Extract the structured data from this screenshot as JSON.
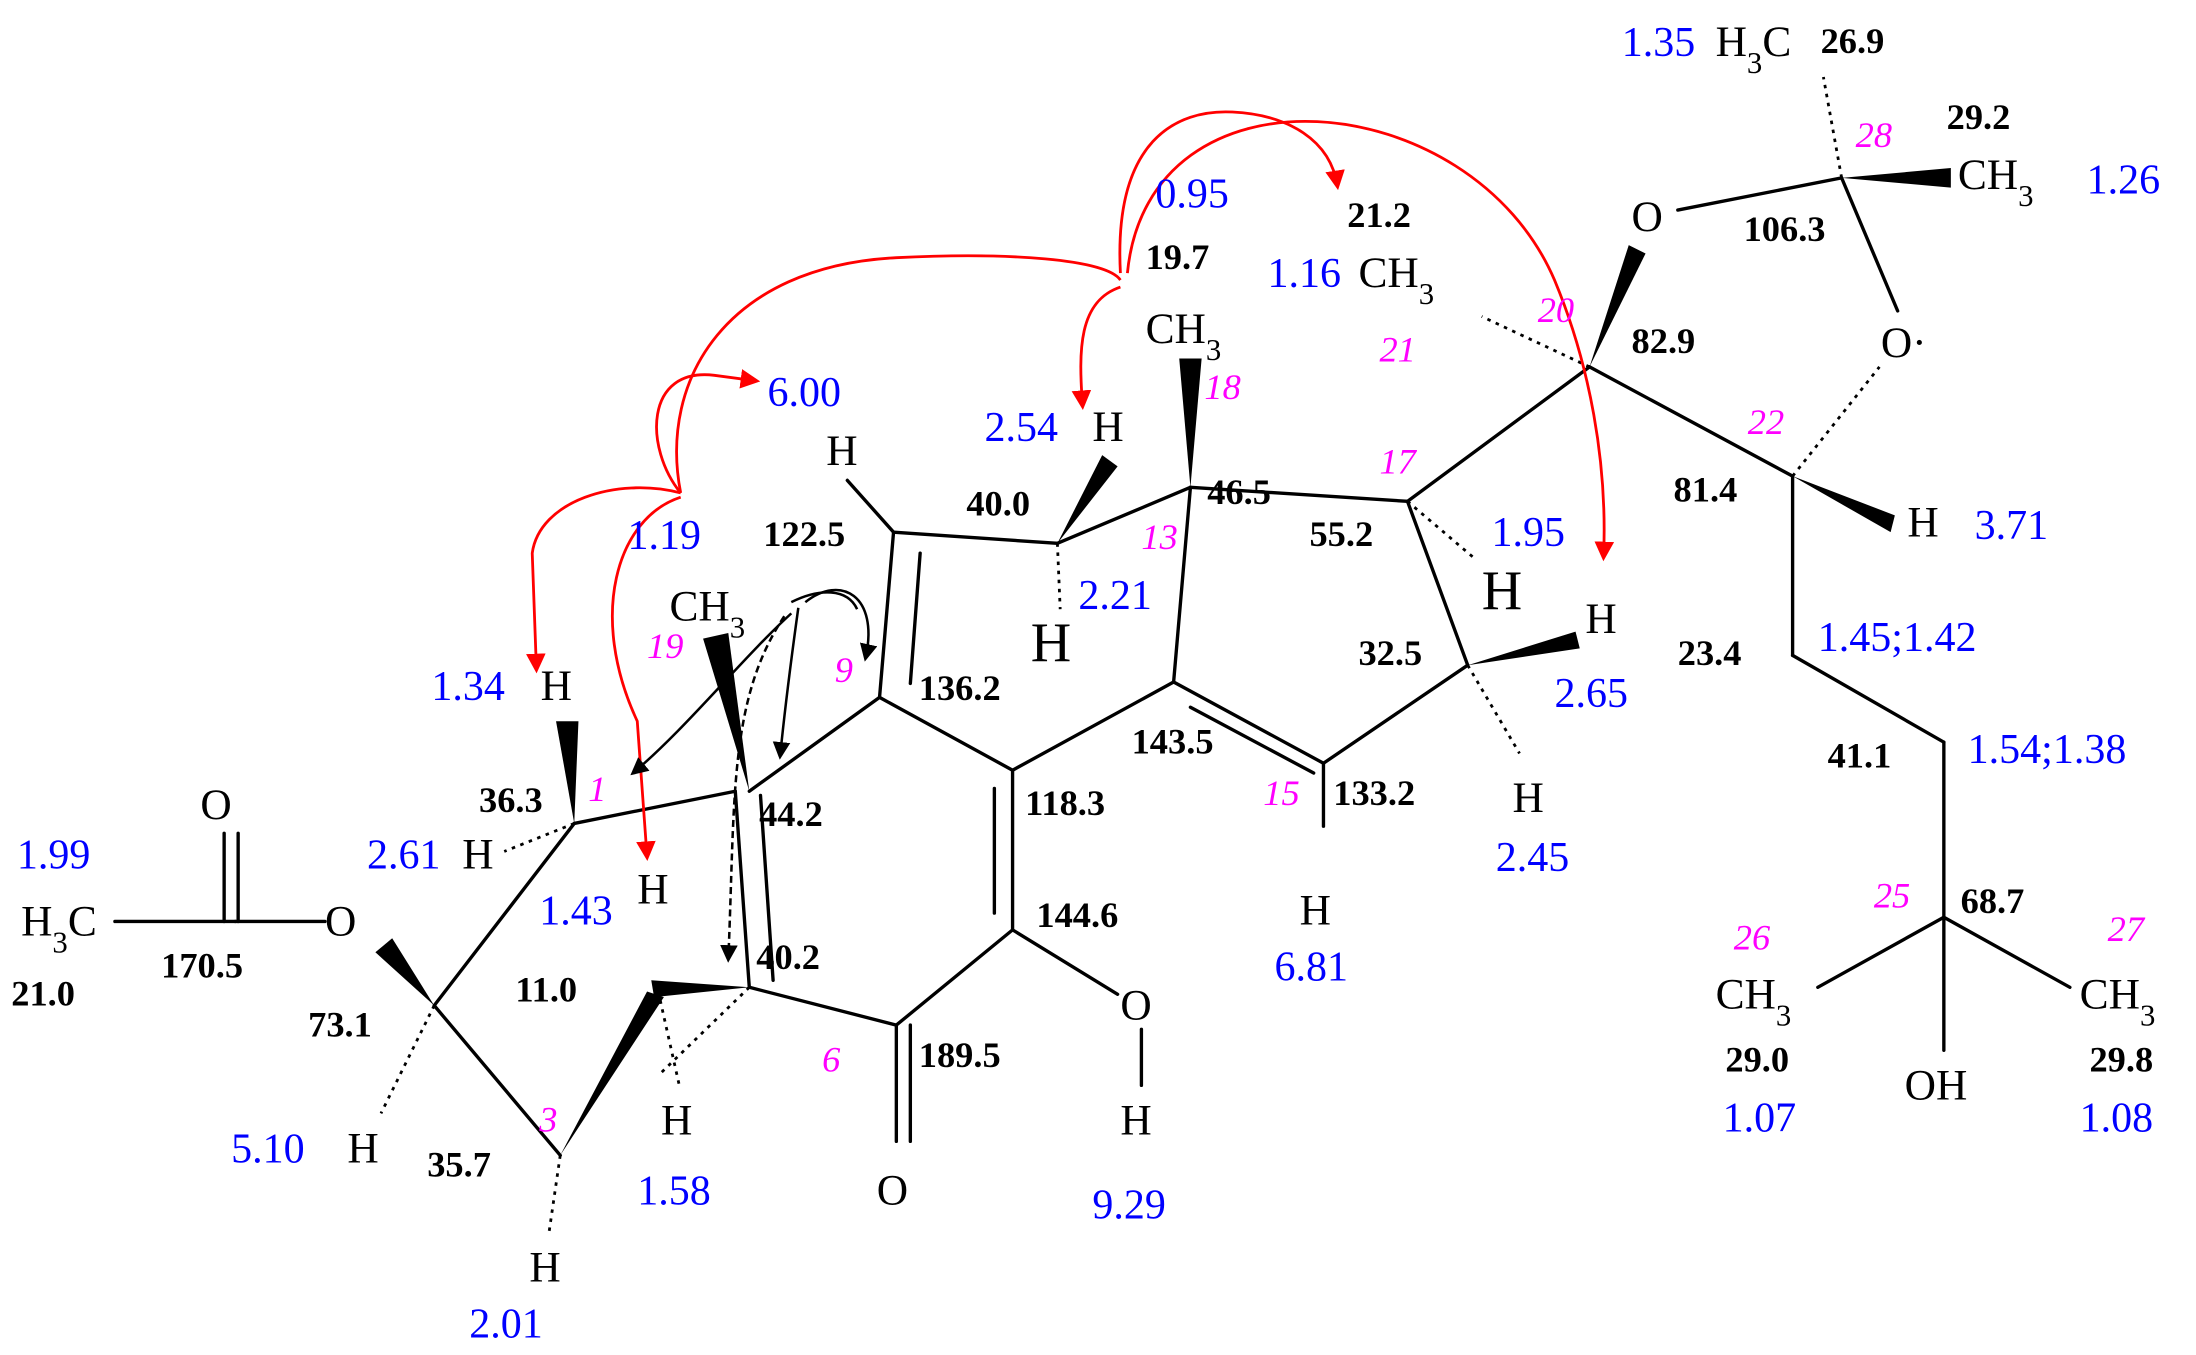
{
  "colors": {
    "bond": "#000000",
    "proton_shift": "#0000ff",
    "atom_number": "#ff00ff",
    "carbon_shift": "#000000",
    "noe_arrow": "#ff0000",
    "hmbc_arrow": "#000000"
  },
  "atoms": {
    "h3c_left": "H3C",
    "o_carbonyl": "O",
    "o_ester": "O",
    "ch3_19": "CH3",
    "ch3_18": "CH3",
    "ch3_21": "CH3",
    "h3c_28": "H3C",
    "ch3_29": "CH3",
    "o_ring_top": "O",
    "o_ring_lower": "O·",
    "o_ketone": "O",
    "o_hydroxy": "O",
    "h_hydroxy": "H",
    "oh_25": "OH",
    "ch3_26": "CH3",
    "ch3_27": "CH3",
    "h_1": "H",
    "h_1b": "H",
    "h_2": "H",
    "h_2b": "H",
    "h_3": "H",
    "h_4": "H",
    "h_11": "H",
    "h_12a": "H",
    "h_12b": "H",
    "h_15": "H",
    "h_16a": "H",
    "h_16b": "H",
    "h_17": "H",
    "h_22": "H"
  },
  "carbon_shifts": {
    "c_ac_me": "21.0",
    "c_ac_co": "170.5",
    "c1": "36.3",
    "c2": "73.1",
    "c3": "35.7",
    "c4": "11.0",
    "c5": "40.2",
    "c6": "189.5",
    "c7": "144.6",
    "c8": "118.3",
    "c9": "44.2",
    "c10": "136.2",
    "c11": "122.5",
    "c12": "40.0",
    "c13": "46.5",
    "c14": "143.5",
    "c15": "133.2",
    "c16": "32.5",
    "c17": "55.2",
    "c18": "19.7",
    "c20": "82.9",
    "c21": "21.2",
    "c22": "81.4",
    "c23": "23.4",
    "c24": "41.1",
    "c25": "68.7",
    "c26": "29.0",
    "c27": "29.8",
    "c28": "106.3",
    "c28me_a": "26.9",
    "c28me_b": "29.2"
  },
  "proton_shifts": {
    "h_ac_me": "1.99",
    "h_1b": "1.34",
    "h_19": "1.19",
    "h_2": "2.61",
    "h_1a": "1.43",
    "h_2b": "5.10",
    "h_3": "2.01",
    "h_4": "1.58",
    "h_11": "6.00",
    "h_12a": "2.54",
    "h_12b": "2.21",
    "h_18": "0.95",
    "h_21": "1.16",
    "h_17": "1.95",
    "h_16a": "2.65",
    "h_16b": "2.45",
    "h_15": "6.81",
    "h_oh": "9.29",
    "h_22": "3.71",
    "h_23": "1.45;1.42",
    "h_24": "1.54;1.38",
    "h_26": "1.07",
    "h_27": "1.08",
    "h_28a": "1.35",
    "h_28b": "1.26"
  },
  "atom_numbers": {
    "n1": "1",
    "n3": "3",
    "n6": "6",
    "n9": "9",
    "n13": "13",
    "n15": "15",
    "n17": "17",
    "n18": "18",
    "n19": "19",
    "n20": "20",
    "n21": "21",
    "n22": "22",
    "n25": "25",
    "n26": "26",
    "n27": "27",
    "n28": "28"
  }
}
